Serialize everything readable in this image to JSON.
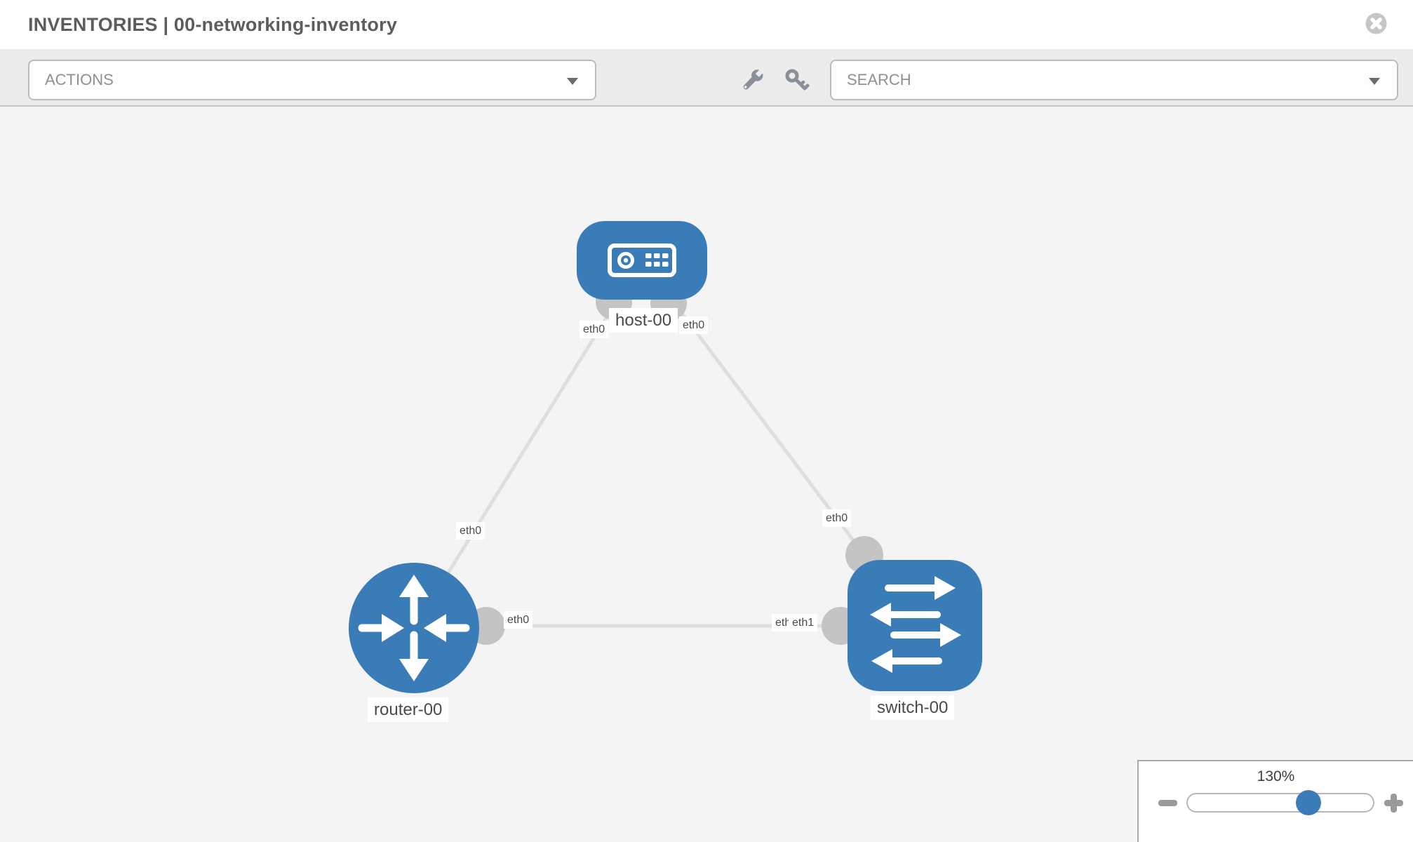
{
  "header": {
    "title": "INVENTORIES | 00-networking-inventory"
  },
  "toolbar": {
    "actions_label": "ACTIONS",
    "search_label": "SEARCH",
    "icons": [
      "wrench-icon",
      "key-icon"
    ]
  },
  "topology": {
    "nodes": [
      {
        "id": "host-00",
        "type": "host",
        "label": "host-00"
      },
      {
        "id": "router-00",
        "type": "router",
        "label": "router-00"
      },
      {
        "id": "switch-00",
        "type": "switch",
        "label": "switch-00"
      }
    ],
    "links": [
      {
        "from": "host-00",
        "from_interface": "eth0",
        "to": "router-00",
        "to_interface": "eth0"
      },
      {
        "from": "host-00",
        "from_interface": "eth0",
        "to": "switch-00",
        "to_interface": "eth0"
      },
      {
        "from": "router-00",
        "from_interface": "eth0",
        "to": "switch-00",
        "to_interface": "eth1"
      }
    ],
    "interfaces": {
      "host_left": "eth0",
      "host_right": "eth0",
      "link_host_router": "eth0",
      "link_host_switch": "eth0",
      "router_port": "eth0",
      "switch_port_back": "eth0",
      "switch_port_front": "eth1"
    }
  },
  "zoom": {
    "level": "130%",
    "percent_along_track": 65
  },
  "colors": {
    "node_blue": "#3a7cb8",
    "port_gray": "#c4c4c4",
    "link_gray": "#dedede",
    "toolbar_gray": "#ececec",
    "canvas_gray": "#f4f4f4",
    "knob_blue": "#3a7cb8"
  }
}
